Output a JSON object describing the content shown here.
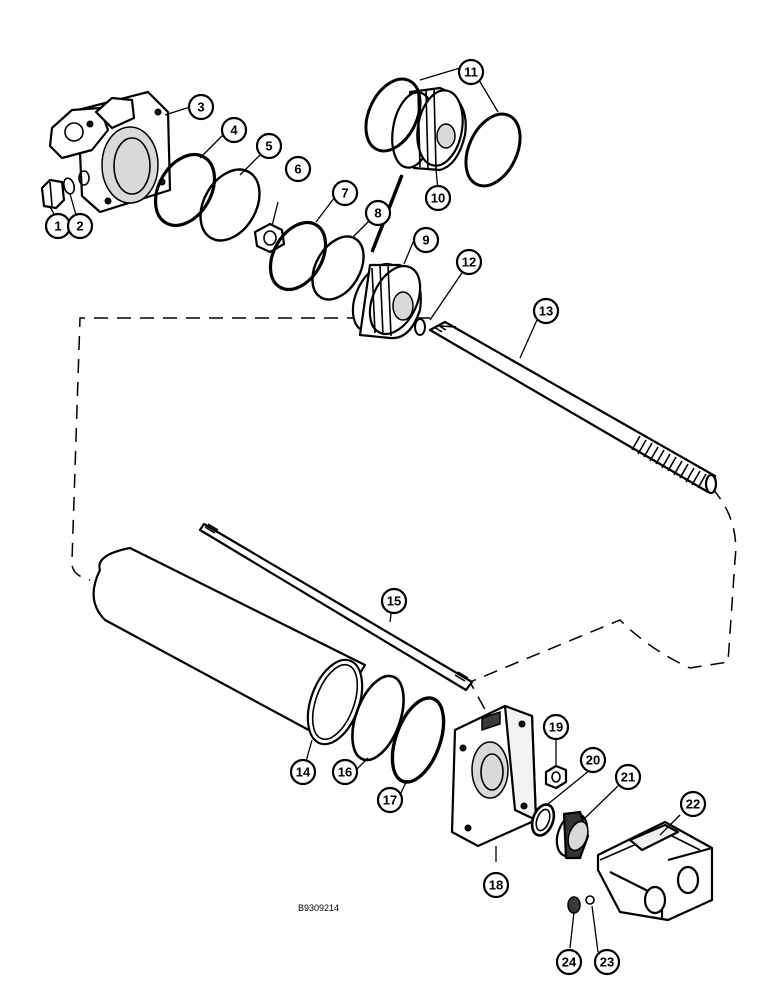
{
  "figure": {
    "reference_code": "B9309214",
    "callouts": [
      "1",
      "2",
      "3",
      "4",
      "5",
      "6",
      "7",
      "8",
      "9",
      "10",
      "11",
      "12",
      "13",
      "14",
      "15",
      "16",
      "17",
      "18",
      "19",
      "20",
      "21",
      "22",
      "23",
      "24"
    ]
  }
}
